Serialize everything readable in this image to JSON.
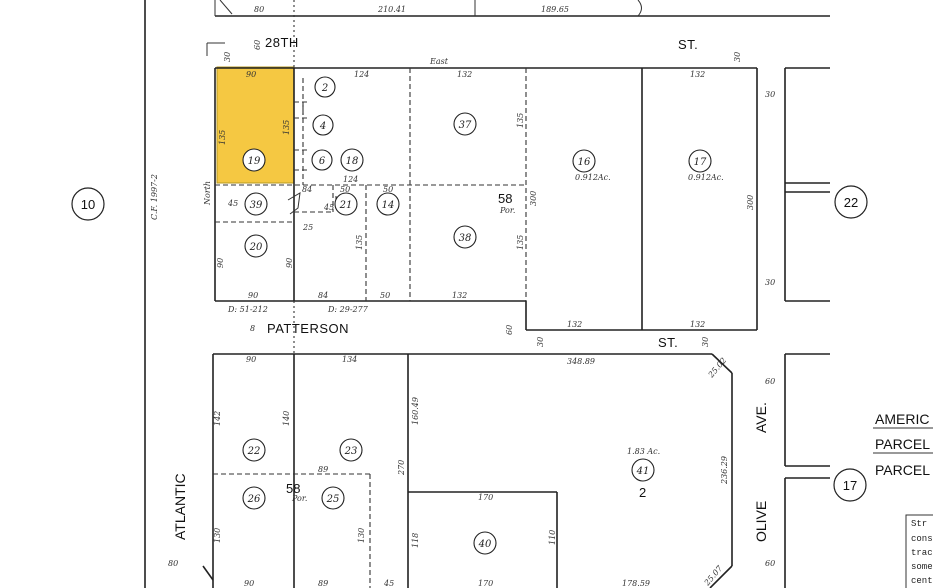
{
  "streets": {
    "s28th_a": "28TH",
    "s28th_b": "ST.",
    "patterson_a": "PATTERSON",
    "patterson_b": "ST.",
    "atlantic": "ATLANTIC",
    "olive_a": "OLIVE",
    "olive_b": "AVE."
  },
  "blocks": {
    "left": "10",
    "right_upper": "22",
    "right_lower": "17"
  },
  "parcels": {
    "p19": "19",
    "p2": "2",
    "p4": "4",
    "p6": "6",
    "p18": "18",
    "p37": "37",
    "p16": "16",
    "p17": "17",
    "p39": "39",
    "p21": "21",
    "p14": "14",
    "p20": "20",
    "p38": "38",
    "p22": "22",
    "p23": "23",
    "p26": "26",
    "p25": "25",
    "p41": "41",
    "p40": "40"
  },
  "labels": {
    "num58_top": "58",
    "num58_bot": "58",
    "por_top": "Por.",
    "por_bot": "Por.",
    "ac16": "0.912Ac.",
    "ac17": "0.912Ac.",
    "ac41": "1.83 Ac.",
    "lot2": "2",
    "east": "East",
    "north": "North",
    "cf": "C.F. 1997-2",
    "d1": "D: 51-212",
    "d2": "D: 29-277",
    "sec": "8",
    "amer": "AMERIC",
    "parcel1": "PARCEL",
    "parcel2": "PARCEL"
  },
  "dims": {
    "t80": "80",
    "t210": "210.41",
    "t189": "189.65",
    "d30a": "30",
    "d60a": "60",
    "d30r": "30",
    "u90": "90",
    "u124": "124",
    "u132a": "132",
    "u132b": "132",
    "v135a": "135",
    "v135b": "135",
    "v135c": "135",
    "v135d": "135",
    "v135e": "135",
    "v30a": "30",
    "v300a": "300",
    "v300b": "300",
    "v30b": "30",
    "v30c": "30",
    "m45": "45",
    "m90": "90",
    "m90b": "90",
    "m84": "84",
    "m50": "50",
    "m132": "132",
    "m124": "124",
    "m50b": "50",
    "m84b": "84",
    "m45b": "45",
    "m25": "25",
    "p60": "60",
    "p30": "30",
    "p132": "132",
    "p132b": "132",
    "p30b": "30",
    "l90": "90",
    "l134": "134",
    "l348": "348.89",
    "l142": "142",
    "l140": "140",
    "l160": "160.49",
    "l89": "89",
    "l270": "270",
    "l130a": "130",
    "l130b": "130",
    "l170": "170",
    "l110": "110",
    "l118": "118",
    "l236": "236.29",
    "l60": "60",
    "l80": "80",
    "b90": "90",
    "b89": "89",
    "b45": "45",
    "b170": "170",
    "b178": "178.59",
    "b25": "25.07",
    "b25b": "25.02"
  },
  "note": {
    "l1": "Str",
    "l2": "cons",
    "l3": "trac",
    "l4": "some",
    "l5": "cent"
  },
  "colors": {
    "highlight": "#f5c842",
    "ink": "#222222"
  }
}
